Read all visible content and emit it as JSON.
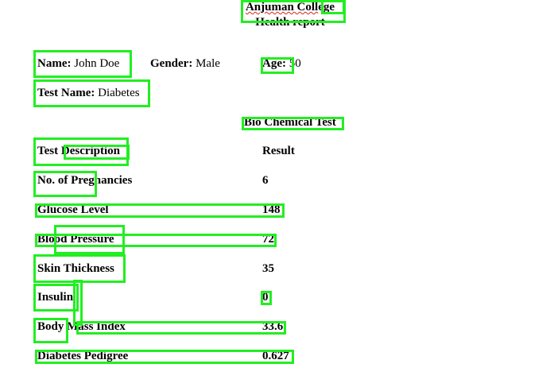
{
  "header": {
    "college_main": "Anjuman Coll",
    "college_suffix": "ege",
    "report_title": "Health report"
  },
  "patient": {
    "name_label": "Name:",
    "name_value": "John Doe",
    "gender_label": "Gender:",
    "gender_value": "Male",
    "age_label": "Age:",
    "age_value": "50",
    "test_name_label": "Test Name:",
    "test_name_value": "Diabetes"
  },
  "section": {
    "title": "Bio Chemical Test"
  },
  "table": {
    "headers": {
      "description": "Test Description",
      "result": "Result"
    },
    "rows": [
      {
        "description": "No. of Pregnancies",
        "result": "6"
      },
      {
        "description": "Glucose Level",
        "result": "148"
      },
      {
        "description": "Blood Pressure",
        "result": "72"
      },
      {
        "description": "Skin Thickness",
        "result": "35"
      },
      {
        "description": "Insulin",
        "result": "0"
      },
      {
        "description": "Body Mass Index",
        "result": "33.6"
      },
      {
        "description": "Diabetes Pedigree",
        "result": "0.627"
      }
    ]
  },
  "annotation_color": "#22ee22"
}
